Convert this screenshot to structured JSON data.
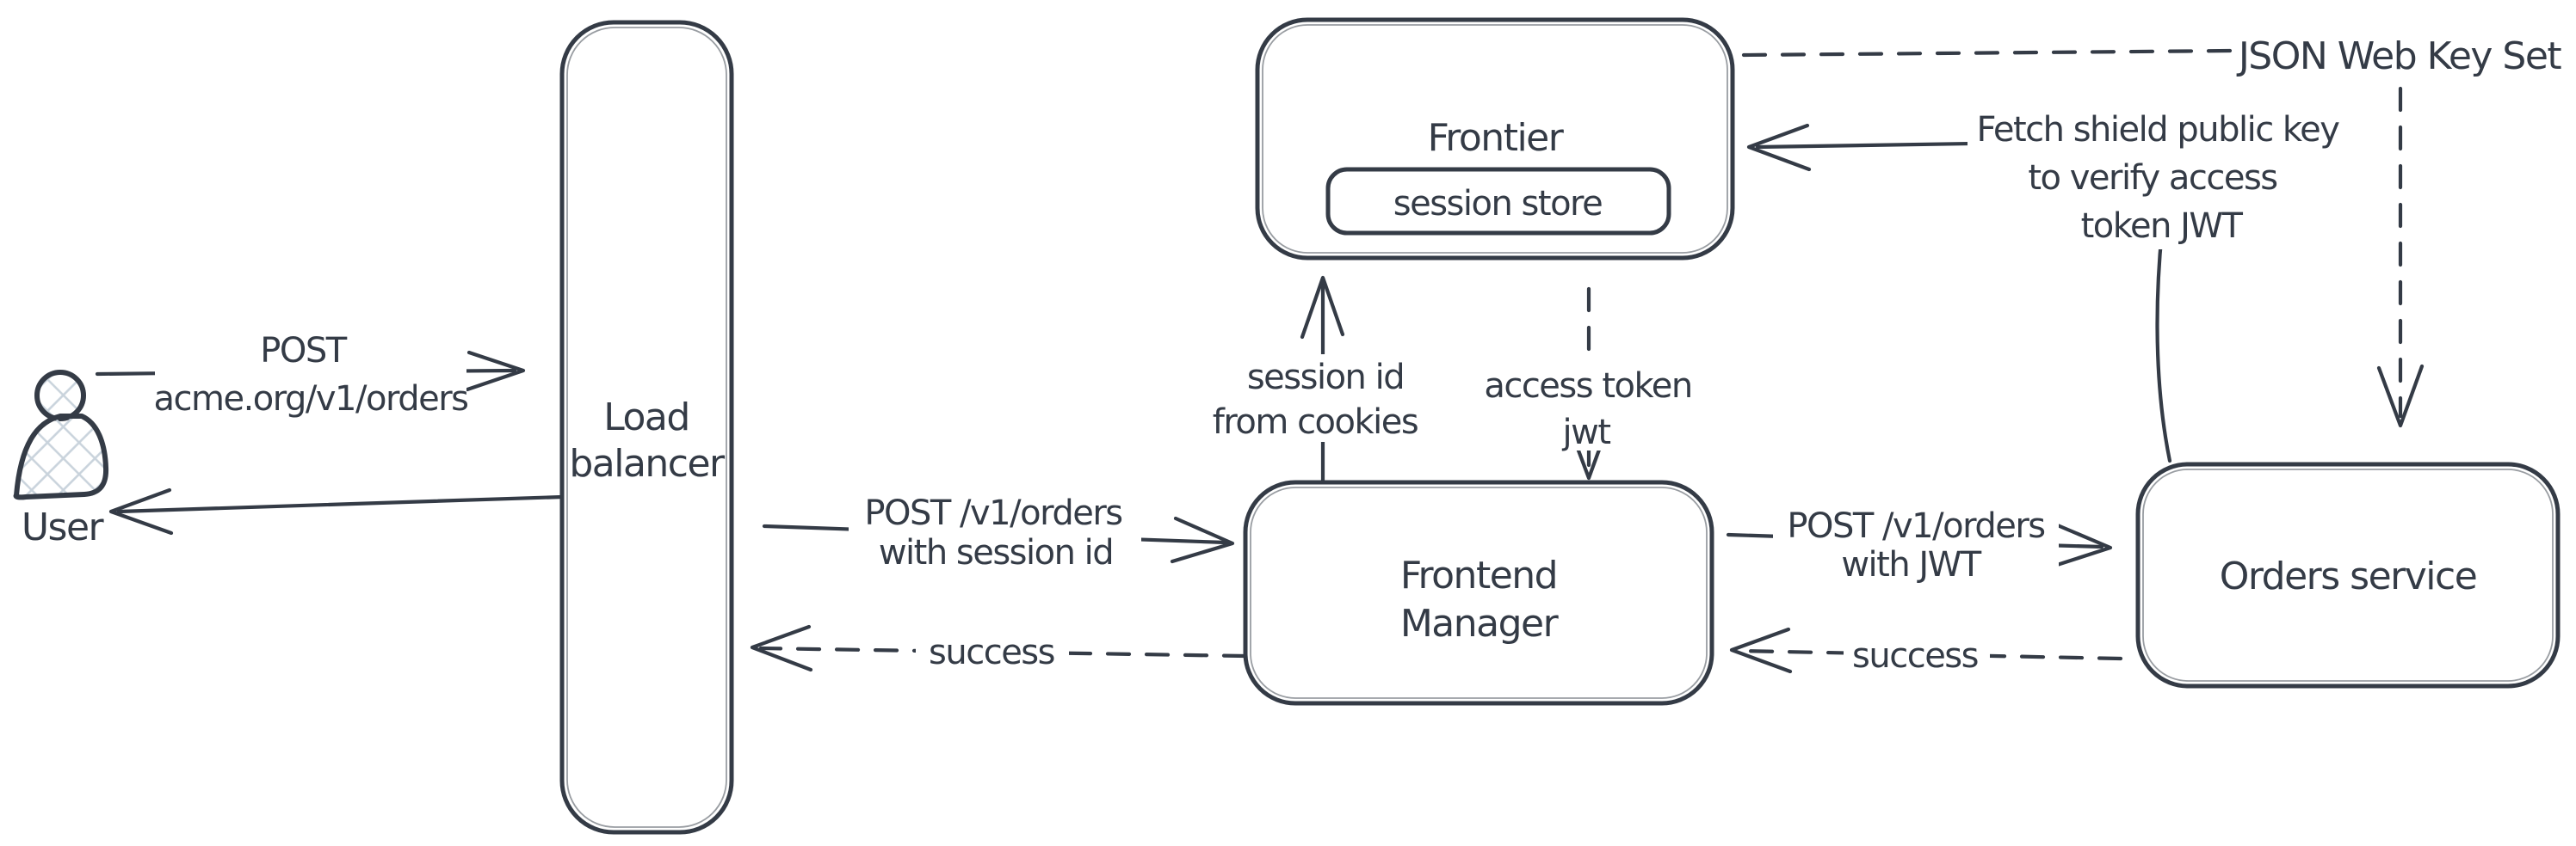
{
  "diagram": {
    "colors": {
      "ink": "#343b46",
      "hatch": "#c9d3dc",
      "background": "#ffffff"
    },
    "icons": {
      "user": "user-icon"
    },
    "nodes": {
      "user": {
        "label": "User"
      },
      "load_balancer": {
        "label_line1": "Load",
        "label_line2": "balancer"
      },
      "frontier": {
        "label": "Frontier",
        "session_store_label": "session store"
      },
      "frontend_manager": {
        "label_line1": "Frontend",
        "label_line2": "Manager"
      },
      "orders_service": {
        "label": "Orders service"
      }
    },
    "edges": {
      "user_to_load_balancer": {
        "label_line1": "POST",
        "label_line2": "acme.org/v1/orders"
      },
      "load_balancer_to_user": {
        "label": ""
      },
      "load_balancer_to_frontend_manager": {
        "label_line1": "POST /v1/orders",
        "label_line2": "with session id"
      },
      "frontend_manager_to_load_balancer": {
        "label": "success"
      },
      "frontend_manager_to_frontier": {
        "label_line1": "session id",
        "label_line2": "from cookies"
      },
      "frontier_to_frontend_manager": {
        "label_line1": "access token",
        "label_line2": "jwt"
      },
      "frontend_manager_to_orders_service": {
        "label_line1": "POST /v1/orders",
        "label_line2": "with JWT"
      },
      "orders_service_to_frontend_manager": {
        "label": "success"
      },
      "orders_service_to_frontier": {
        "label_line1": "Fetch shield public key",
        "label_line2": "to verify access",
        "label_line3": "token JWT"
      },
      "jwks": {
        "label": "JSON Web Key Set"
      }
    }
  }
}
